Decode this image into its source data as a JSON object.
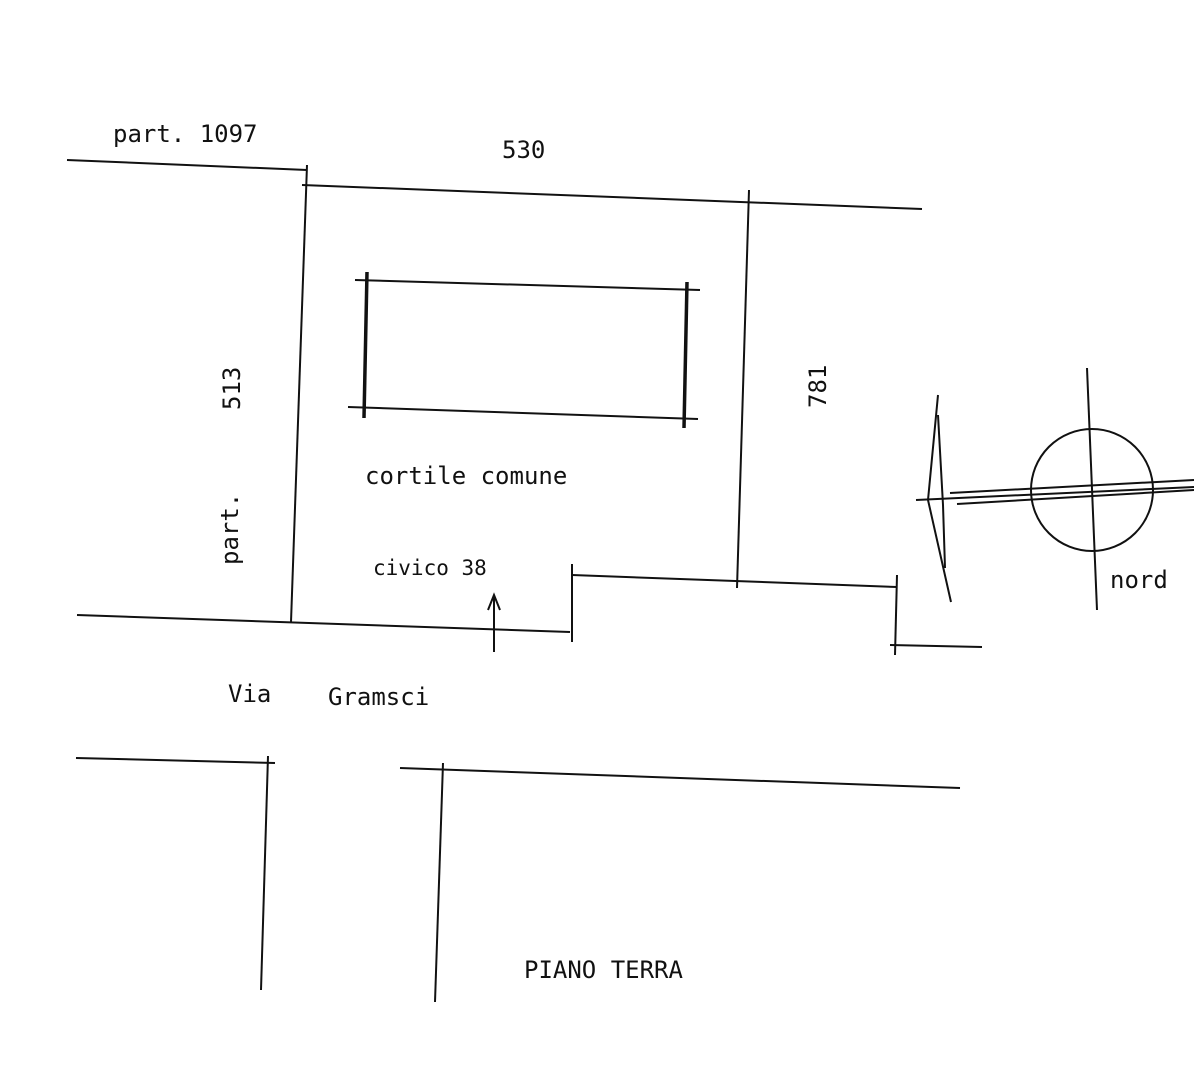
{
  "labels": {
    "parcel_top": "part.  1097",
    "dim_top": "530",
    "dim_left": "513",
    "dim_right": "781",
    "courtyard": "cortile  comune",
    "parcel_left": "part.",
    "civic_number": "civico 38",
    "street_via": "Via",
    "street_name": "Gramsci",
    "floor": "PIANO  TERRA",
    "north": "nord"
  },
  "colors": {
    "ink": "#111111",
    "paper": "#ffffff"
  }
}
